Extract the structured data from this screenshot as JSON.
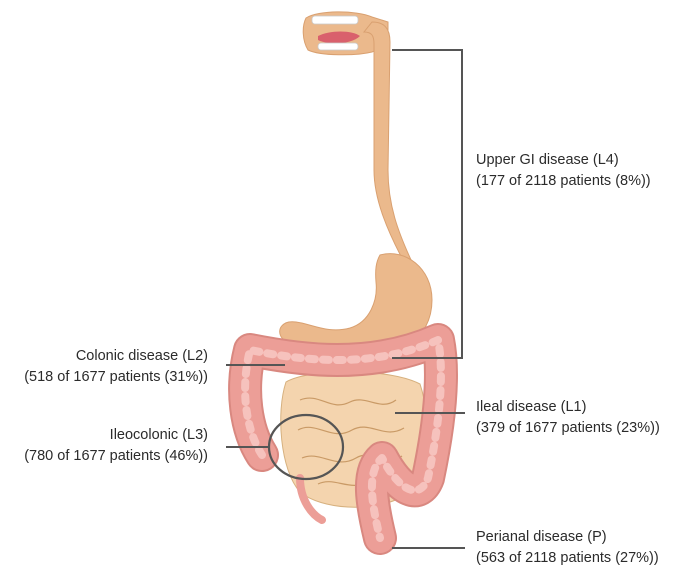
{
  "figure": {
    "label_line_color": "#555555",
    "esophagus_color": "#ebb98c",
    "intestine_color": "#ec9e97",
    "small_bowel_color": "#f4d4ae",
    "mouth_color": "#d9606c"
  },
  "labels": {
    "upper_gi": {
      "line1": "Upper GI disease (L4)",
      "line2": "(177 of 2118 patients (8%))"
    },
    "colonic": {
      "line1": "Colonic disease (L2)",
      "line2": "(518 of 1677 patients (31%))"
    },
    "ileocolonic": {
      "line1": "Ileocolonic (L3)",
      "line2": "(780 of 1677 patients (46%))"
    },
    "ileal": {
      "line1": "Ileal disease (L1)",
      "line2": "(379 of 1677 patients (23%))"
    },
    "perianal": {
      "line1": "Perianal disease (P)",
      "line2": "(563 of 2118 patients (27%))"
    }
  }
}
